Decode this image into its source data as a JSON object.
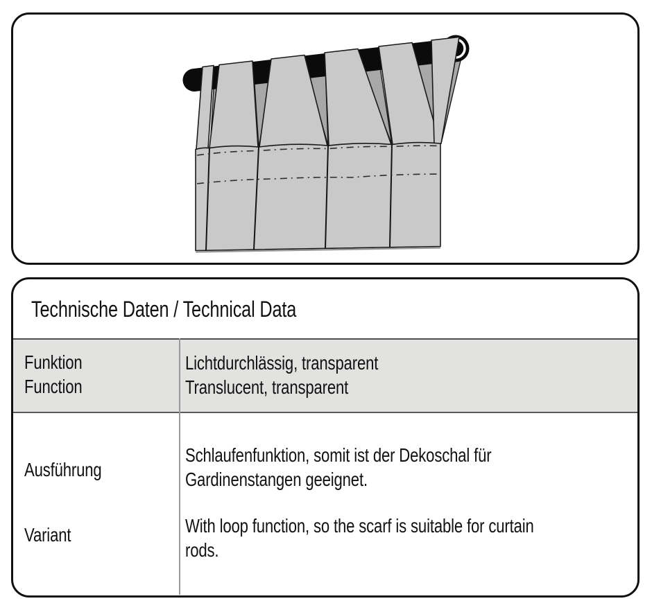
{
  "illustration": {
    "name": "tab-top-curtain-on-rod-illustration",
    "colors": {
      "curtain_fabric": "#c9c9c9",
      "loop_shadow": "#a8a8a8",
      "rod": "#0b0b0b",
      "outline": "#1a1a1a",
      "end_cap_ring": "#ffffff"
    }
  },
  "table": {
    "title": "Technische Daten / Technical Data",
    "colors": {
      "row_shaded_bg": "#e2e2e1",
      "border": "#101010",
      "divider": "#9a9a9a",
      "text": "#111111"
    },
    "rows": [
      {
        "label_de": "Funktion",
        "label_en": "Function",
        "value_lines": [
          "Lichtdurchlässig, transparent",
          "Translucent, transparent"
        ]
      },
      {
        "label_de": "Ausführung",
        "label_en": "Variant",
        "value_de_lines": [
          "Schlaufenfunktion, somit ist der Dekoschal für",
          "Gardinenstangen geeignet."
        ],
        "value_en_lines": [
          "With loop function, so the scarf is suitable for curtain",
          "rods."
        ]
      }
    ]
  }
}
